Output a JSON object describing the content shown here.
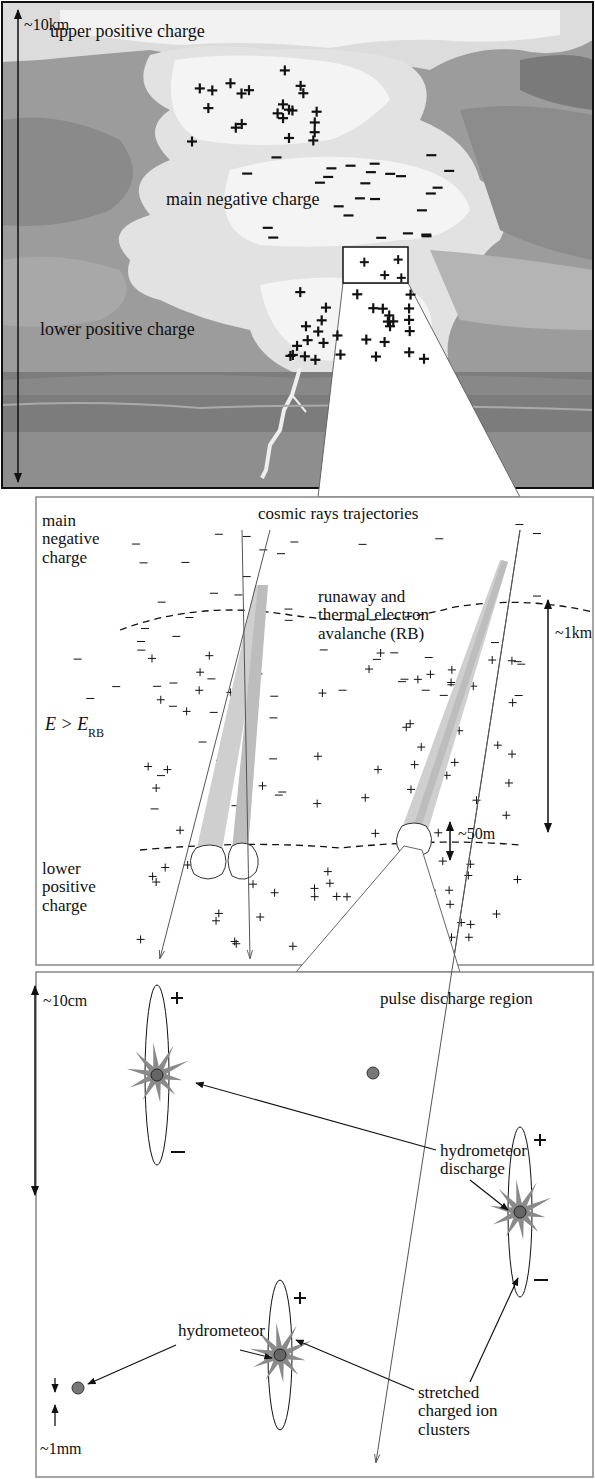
{
  "diagram": {
    "labels": [
      "~10km",
      "upper positive charge",
      "main negative charge",
      "lower positive charge",
      "cosmic rays trajectories",
      "main negative charge",
      "runaway and thermal electron avalanche (RB)",
      "~1km",
      "E > E",
      "RB",
      "~50m",
      "lower positive charge",
      "~10cm",
      "pulse discharge region",
      "hydrometeor discharge",
      "hydrometeor",
      "~1mm",
      "stretched charged ion clusters"
    ]
  }
}
